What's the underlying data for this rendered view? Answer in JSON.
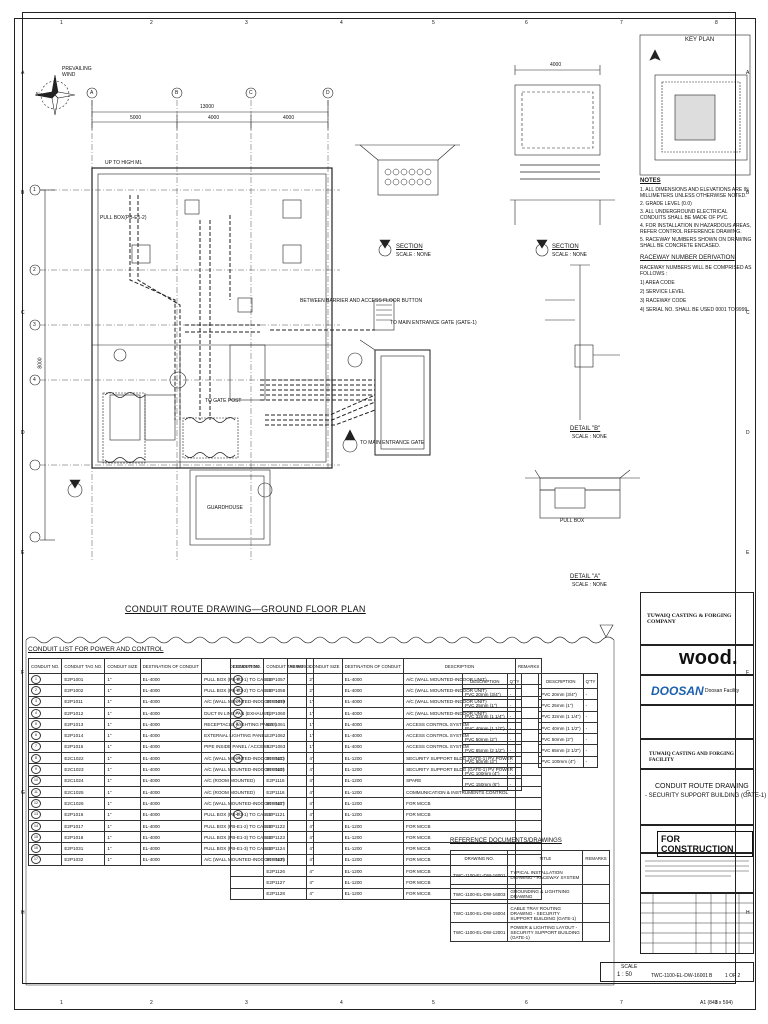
{
  "grid": {
    "top_numbers": [
      "1",
      "2",
      "3",
      "4",
      "5",
      "6",
      "7",
      "8"
    ],
    "side_letters": [
      "A",
      "B",
      "C",
      "D",
      "E",
      "F",
      "G",
      "H"
    ]
  },
  "plan": {
    "north_label": "N",
    "wind_label": "PREVAILING WIND",
    "title": "CONDUIT ROUTE DRAWING—GROUND FLOOR PLAN",
    "dim_total": "13000",
    "dim_parts": [
      "5000",
      "4000",
      "4000"
    ],
    "side_dim": "8000",
    "notes_on_plan": [
      "UP TO HIGH ML",
      "PULL BOX(PB-E1-2)",
      "TO MAIN ENTRANCE GATE",
      "BETWEEN BARRIER AND ACCESS FLOOR BUTTON",
      "TO GATE POST",
      "TO MAIN ENTRANCE GATE (GATE-1)",
      "PULL BOX",
      "GUARDHOUSE"
    ],
    "grid_col_labels": [
      "A",
      "B",
      "C",
      "D"
    ],
    "grid_row_labels": [
      "1",
      "2",
      "3",
      "4"
    ]
  },
  "section1": {
    "label": "SECTION",
    "scale": "SCALE : NONE"
  },
  "section2": {
    "label": "SECTION",
    "scale": "SCALE : NONE",
    "dim": "4000"
  },
  "detailB": {
    "label": "DETAIL \"B\"",
    "scale": "SCALE : NONE"
  },
  "detailA": {
    "label": "DETAIL \"A\"",
    "scale": "SCALE : NONE"
  },
  "keyplan": {
    "title": "KEY PLAN"
  },
  "notes": {
    "heading": "NOTES",
    "items": [
      "1. ALL DIMENSIONS AND ELEVATIONS ARE IN MILLIMETERS UNLESS OTHERWISE NOTED.",
      "2. GRADE LEVEL (0.0)",
      "3. ALL UNDERGROUND ELECTRICAL CONDUITS SHALL BE MADE OF PVC.",
      "4. FOR INSTALLATION IN HAZARDOUS AREAS, REFER CONTROL REFERENCE DRAWING.",
      "5. RACEWAY NUMBERS SHOWN ON DRAWING SHALL BE CONCRETE ENCASED."
    ],
    "raceway_heading": "RACEWAY NUMBER DERIVATION",
    "raceway_lines": [
      "RACEWAY NUMBERS WILL BE COMPRISED AS FOLLOWS :",
      "1) AREA CODE",
      "2) SERVICE LEVEL",
      "3) RACEWAY CODE",
      "4) SERIAL NO. SHALL BE USED 0001 TO 9999."
    ]
  },
  "conduit_list": {
    "title": "CONDUIT LIST FOR POWER AND CONTROL",
    "headers": [
      "CONDUIT NO.",
      "CONDUIT TAG NO.",
      "CONDUIT SIZE",
      "DESTINATION OF CONDUIT",
      "DESCRIPTION",
      "REMARKS"
    ],
    "left_rows": [
      [
        "1",
        "E2P1001",
        "1\"",
        "EL-4000",
        "PULL BOX (PB-E1-1) TO CABLE",
        ""
      ],
      [
        "2",
        "E2P1002",
        "1\"",
        "EL-4000",
        "PULL BOX (PB-E1-2) TO CABLE",
        ""
      ],
      [
        "3",
        "E2P1011",
        "1\"",
        "EL-4000",
        "A/C (WALL MOUNTED-INDOOR UNIT)",
        ""
      ],
      [
        "4",
        "E2P1012",
        "1\"",
        "EL-4000",
        "DUCT IN LINE FAN (EXHAUST)",
        ""
      ],
      [
        "5",
        "E2P1013",
        "1\"",
        "EL-4000",
        "RECEPTACLE (LIGHTING PANEL)",
        ""
      ],
      [
        "6",
        "E2P1014",
        "1\"",
        "EL-4000",
        "EXTERNAL LIGHTING PANEL",
        ""
      ],
      [
        "7",
        "E2P1015",
        "1\"",
        "EL-4000",
        "PIPE INSIDE PANEL / ACCESS",
        ""
      ],
      [
        "8",
        "E2C1022",
        "1\"",
        "EL-4000",
        "A/C (WALL MOUNTED-INDOOR UNIT)",
        ""
      ],
      [
        "9",
        "E2C1023",
        "1\"",
        "EL-4000",
        "A/C (WALL MOUNTED-INDOOR UNIT)",
        ""
      ],
      [
        "10",
        "E2C1024",
        "1\"",
        "EL-4000",
        "A/C (ROOM MOUNTED)",
        ""
      ],
      [
        "11",
        "E2C1025",
        "1\"",
        "EL-4000",
        "A/C (ROOM MOUNTED)",
        ""
      ],
      [
        "12",
        "E2C1026",
        "1\"",
        "EL-4000",
        "A/C (WALL MOUNTED-INDOOR UNIT)",
        ""
      ],
      [
        "13",
        "E2P1016",
        "1\"",
        "EL-4000",
        "PULL BOX (PB-E1-1) TO CABLE",
        ""
      ],
      [
        "14",
        "E2P1017",
        "1\"",
        "EL-4000",
        "PULL BOX (PB-E1-2) TO CABLE",
        ""
      ],
      [
        "15",
        "E2P1018",
        "1\"",
        "EL-4000",
        "PULL BOX (PB-E1-3) TO CABLE",
        ""
      ],
      [
        "16",
        "E2P1031",
        "1\"",
        "EL-4000",
        "PULL BOX (PB-E1-3) TO CABLE",
        ""
      ],
      [
        "17",
        "E2P1032",
        "1\"",
        "EL-4000",
        "A/C (WALL MOUNTED-INDOOR UNIT)",
        ""
      ]
    ],
    "right_rows": [
      [
        "18",
        "E2P1057",
        "2\"",
        "EL-4000",
        "A/C (WALL MOUNTED-INDOOR UNIT)",
        ""
      ],
      [
        "19",
        "E2P1058",
        "2\"",
        "EL-4000",
        "A/C (WALL MOUNTED-INDOOR UNIT)",
        ""
      ],
      [
        "20",
        "E2P1059",
        "1\"",
        "EL-4000",
        "A/C (WALL MOUNTED-INDOOR UNIT)",
        ""
      ],
      [
        "21",
        "E2P1060",
        "1\"",
        "EL-4000",
        "A/C (WALL MOUNTED-INDOOR UNIT)",
        ""
      ],
      [
        "22",
        "E2P1061",
        "1\"",
        "EL-4000",
        "ACCESS CONTROL SYSTEM",
        ""
      ],
      [
        "",
        "E2P1062",
        "1\"",
        "EL-4000",
        "ACCESS CONTROL SYSTEM",
        ""
      ],
      [
        "",
        "E2P1063",
        "1\"",
        "EL-4000",
        "ACCESS CONTROL SYSTEM",
        ""
      ],
      [
        "23",
        "E2P1113",
        "4\"",
        "EL-1200",
        "SECURITY SUPPORT BLDG (GATE-1) PV POWER",
        ""
      ],
      [
        "",
        "E2P1114",
        "4\"",
        "EL-1200",
        "SECURITY SUPPORT BLDG (GATE-1) PV POWER",
        ""
      ],
      [
        "",
        "E2P1115",
        "4\"",
        "EL-1200",
        "SPARE",
        ""
      ],
      [
        "",
        "E2P1116",
        "4\"",
        "EL-1200",
        "COMMUNICATION & INSTRUMENTS CONTROL",
        ""
      ],
      [
        "",
        "E2P1117",
        "4\"",
        "EL-1200",
        "FOR MCCB",
        ""
      ],
      [
        "24",
        "E2P1121",
        "4\"",
        "EL-1200",
        "FOR MCCB",
        ""
      ],
      [
        "",
        "E2P1122",
        "4\"",
        "EL-1200",
        "FOR MCCB",
        ""
      ],
      [
        "",
        "E2P1123",
        "4\"",
        "EL-1200",
        "FOR MCCB",
        ""
      ],
      [
        "",
        "E2P1124",
        "4\"",
        "EL-1200",
        "FOR MCCB",
        ""
      ],
      [
        "",
        "E2P1125",
        "4\"",
        "EL-1200",
        "FOR MCCB",
        ""
      ],
      [
        "",
        "E2P1126",
        "4\"",
        "EL-1200",
        "FOR MCCB",
        ""
      ],
      [
        "",
        "E2P1127",
        "4\"",
        "EL-1200",
        "FOR MCCB",
        ""
      ],
      [
        "",
        "E2P1128",
        "4\"",
        "EL-1200",
        "FOR MCCB",
        ""
      ]
    ]
  },
  "qty_tables": {
    "headers": [
      "DESCRIPTION",
      "Q'TY"
    ],
    "left": [
      [
        "PVC 20mm (3/4\")",
        "-"
      ],
      [
        "PVC 25mm (1\")",
        "-"
      ],
      [
        "PVC 32mm (1 1/4\")",
        "-"
      ],
      [
        "PVC 40mm (1 1/2\")",
        "-"
      ],
      [
        "PVC 50mm (2\")",
        "-"
      ],
      [
        "PVC 65mm (2 1/2\")",
        "-"
      ],
      [
        "PVC 80mm (3\")",
        "-"
      ],
      [
        "PVC 100mm (4\")",
        "-"
      ],
      [
        "PVC 150mm (6\")",
        "-"
      ]
    ],
    "right": [
      [
        "PVC 20mm (3/4\")",
        "-"
      ],
      [
        "PVC 25mm (1\")",
        "-"
      ],
      [
        "PVC 32mm (1 1/4\")",
        "-"
      ],
      [
        "PVC 40mm (1 1/2\")",
        "-"
      ],
      [
        "PVC 50mm (2\")",
        "-"
      ],
      [
        "PVC 65mm (2 1/2\")",
        "-"
      ],
      [
        "PVC 100mm (4\")",
        "-"
      ]
    ]
  },
  "refs": {
    "title": "REFERENCE DOCUMENTS/DRAWINGS",
    "headers": [
      "DRAWING NO.",
      "TITLE",
      "REMARKS"
    ],
    "rows": [
      [
        "TWC-1100-EL-DW-16001",
        "TYPICAL INSTALLATION DRAWING - RACEWAY SYSTEM",
        ""
      ],
      [
        "TWC-1100-EL-DW-16003",
        "GROUNDING & LIGHTNING DRAWING",
        ""
      ],
      [
        "TWC-1100-EL-DW-16004",
        "CABLE TRAY ROUTING DRAWING - SECURITY SUPPORT BUILDING (GATE-1)",
        ""
      ],
      [
        "TWC-1100-EL-DW-12001",
        "POWER & LIGHTING LAYOUT - SECURITY SUPPORT BUILDING (GATE-1)",
        ""
      ]
    ]
  },
  "titleblock": {
    "client": "TUWAIQ CASTING & FORGING COMPANY",
    "consultant": "wood.",
    "contractor": "DOOSAN",
    "contractor_sub": "Doosan Facility",
    "facility": "TUWAIQ CASTING AND FORGING FACILITY",
    "drawing_title_1": "CONDUIT ROUTE DRAWING",
    "drawing_title_2": "- SECURITY SUPPORT BUILDING (GATE-1)",
    "status": "FOR CONSTRUCTION",
    "scale_label": "SCALE",
    "scale": "1 : 50",
    "dwg_no": "TWC-1100-EL-DW-16001",
    "rev": "B",
    "sheet": "1 OF 2",
    "size": "A1 (841 x 594)"
  }
}
